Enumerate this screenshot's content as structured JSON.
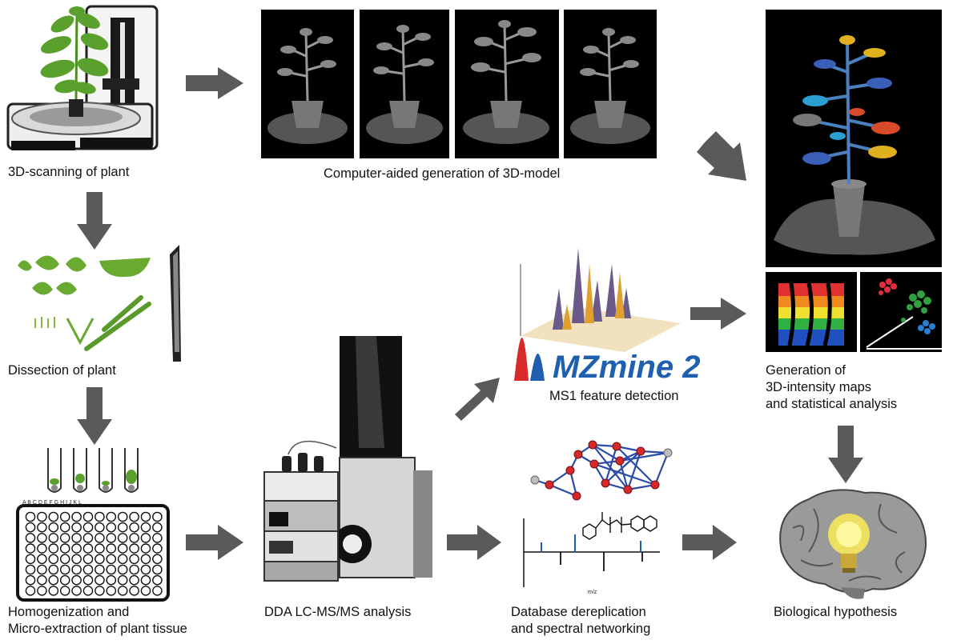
{
  "labels": {
    "scan": "3D-scanning of plant",
    "model3d": "Computer-aided generation of 3D-model",
    "dissection": "Dissection of plant",
    "homog1": "Homogenization and",
    "homog2": "Micro-extraction of plant tissue",
    "dda": "DDA LC-MS/MS analysis",
    "ms1": "MS1 feature detection",
    "gen1": "Generation of",
    "gen2": "3D-intensity maps",
    "gen3": "and statistical analysis",
    "db1": "Database dereplication",
    "db2": "and spectral networking",
    "bio": "Biological hypothesis"
  },
  "logo_text": "MZmine 2",
  "mz_axis_label": "m/z",
  "plate_columns": "A B C D E F G H I J K L",
  "colors": {
    "arrow": "#5a5a5a",
    "panel_black": "#000000",
    "network_node": "#d62a2a",
    "network_edge": "#2b4ba8",
    "logo_blue": "#1f5fb0",
    "leaf_green": "#5aa02c"
  }
}
